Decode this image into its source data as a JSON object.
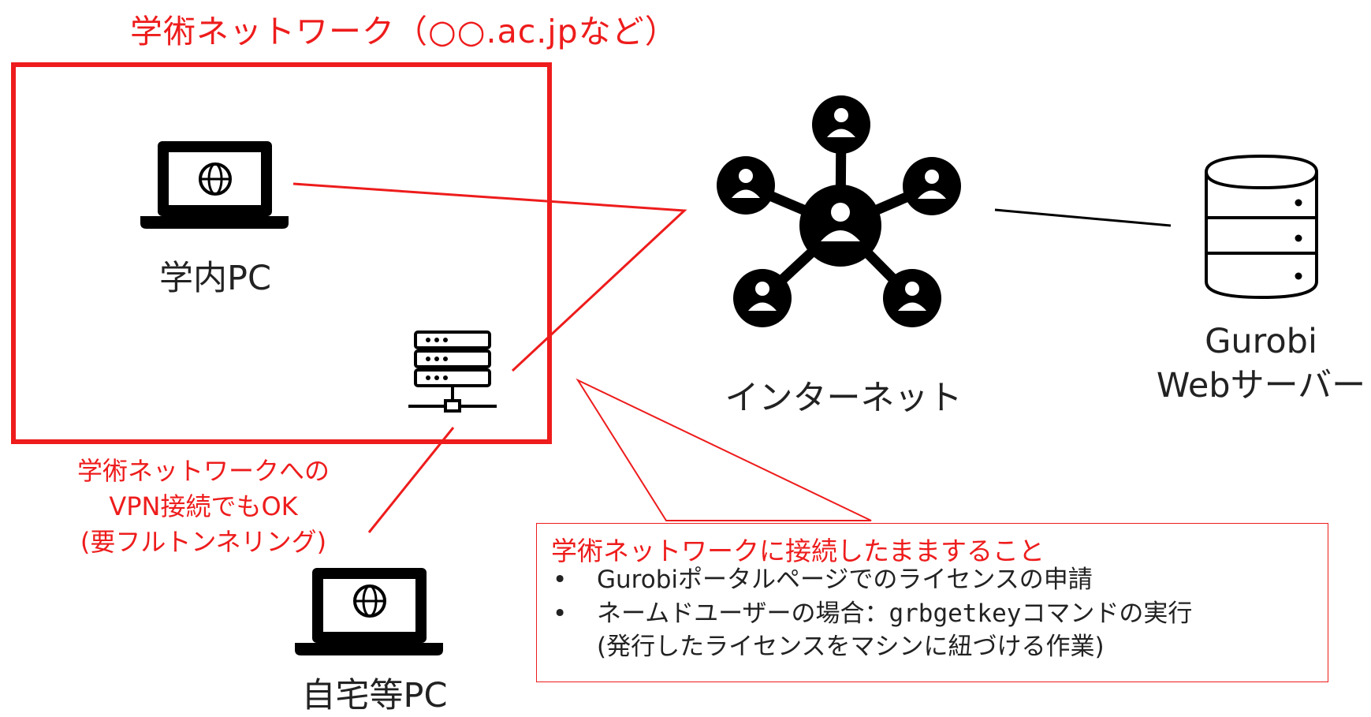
{
  "title": "学術ネットワーク（○○.ac.jpなど）",
  "nodes": {
    "campus_pc": "学内PC",
    "internet": "インターネット",
    "gurobi_line1": "Gurobi",
    "gurobi_line2": "Webサーバー",
    "home_pc": "自宅等PC"
  },
  "vpn_note": {
    "line1": "学術ネットワークへの",
    "line2": "VPN接続でもOK",
    "line3": "(要フルトンネリング)"
  },
  "callout": {
    "heading": "学術ネットワークに接続したまますること",
    "item1": "Gurobiポータルページでのライセンスの申請",
    "item2_prefix": "ネームドユーザーの場合：",
    "item2_command": "grbgetkey",
    "item2_suffix": "コマンドの実行",
    "item2_cont": "(発行したライセンスをマシンに紐づける作業)"
  },
  "colors": {
    "accent": "#ee1c1c",
    "icon": "#000000",
    "line": "#000000"
  },
  "icons": [
    "laptop-globe-icon",
    "network-server-icon",
    "internet-hub-icon",
    "database-server-icon"
  ]
}
